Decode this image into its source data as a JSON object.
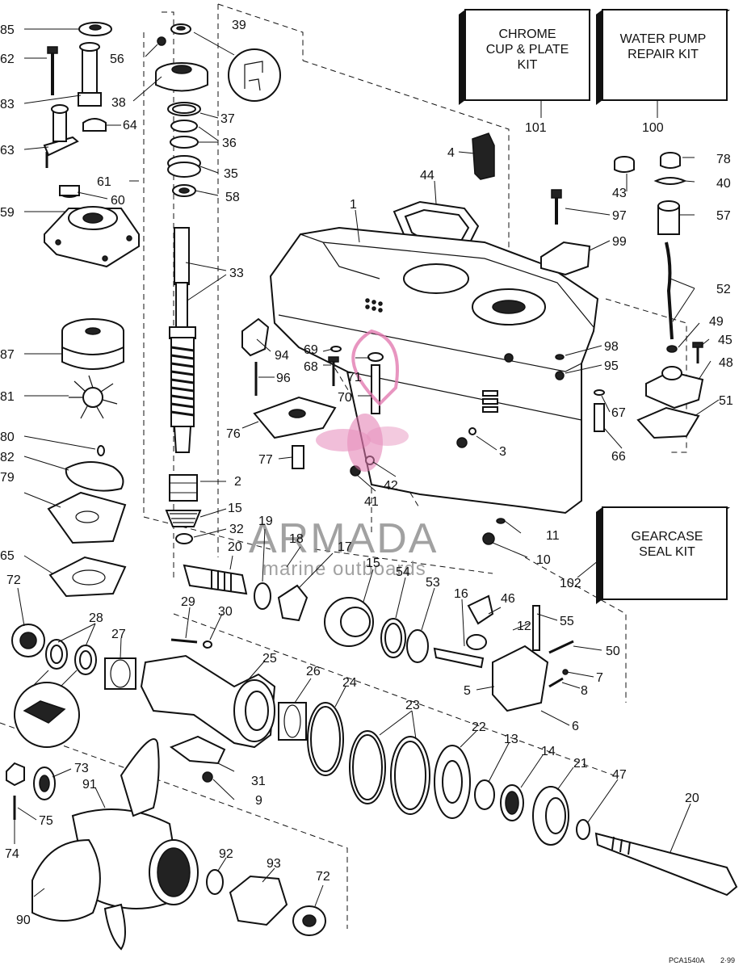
{
  "kits": {
    "chrome": {
      "lines": [
        "CHROME",
        "CUP & PLATE",
        "KIT"
      ],
      "ref": "101"
    },
    "water_pump": {
      "lines": [
        "WATER PUMP",
        "REPAIR KIT"
      ],
      "ref": "100"
    },
    "gearcase_seal": {
      "lines": [
        "GEARCASE",
        "SEAL KIT"
      ],
      "ref": "102"
    }
  },
  "watermark": {
    "title": "ARMADA",
    "subtitle": "marine outboards",
    "color": "#e27ab0"
  },
  "footer": {
    "code": "PCA1540A",
    "date": "2·99"
  },
  "callouts": {
    "c85": "85",
    "c62": "62",
    "c83": "83",
    "c56": "56",
    "c39": "39",
    "c38": "38",
    "c64": "64",
    "c63": "63",
    "c37": "37",
    "c36": "36",
    "c35": "35",
    "c61": "61",
    "c60": "60",
    "c58": "58",
    "c59": "59",
    "c33": "33",
    "c87": "87",
    "c81": "81",
    "c80": "80",
    "c82": "82",
    "c79": "79",
    "c2": "2",
    "c15a": "15",
    "c32": "32",
    "c65": "65",
    "c72a": "72",
    "c28": "28",
    "c27": "27",
    "c29": "29",
    "c30": "30",
    "c25": "25",
    "c26": "26",
    "c24": "24",
    "c23": "23",
    "c22": "22",
    "c13": "13",
    "c14": "14",
    "c21": "21",
    "c47": "47",
    "c20b": "20",
    "c31": "31",
    "c9": "9",
    "c73": "73",
    "c91": "91",
    "c75": "75",
    "c74": "74",
    "c90": "90",
    "c92": "92",
    "c93": "93",
    "c72b": "72",
    "c19": "19",
    "c18": "18",
    "c17": "17",
    "c20a": "20",
    "c15b": "15",
    "c54": "54",
    "c53": "53",
    "c16": "16",
    "c46": "46",
    "c12": "12",
    "c55": "55",
    "c50": "50",
    "c7": "7",
    "c8": "8",
    "c5": "5",
    "c6": "6",
    "c4": "4",
    "c44": "44",
    "c1": "1",
    "c94": "94",
    "c96": "96",
    "c69": "69",
    "c68": "68",
    "c71": "71",
    "c70": "70",
    "c76": "76",
    "c77": "77",
    "c3": "3",
    "c42": "42",
    "c41": "41",
    "c11": "11",
    "c10": "10",
    "c43": "43",
    "c78": "78",
    "c40": "40",
    "c97": "97",
    "c57": "57",
    "c99": "99",
    "c52": "52",
    "c49": "49",
    "c45": "45",
    "c98": "98",
    "c95": "95",
    "c48": "48",
    "c67": "67",
    "c66": "66",
    "c51": "51"
  }
}
